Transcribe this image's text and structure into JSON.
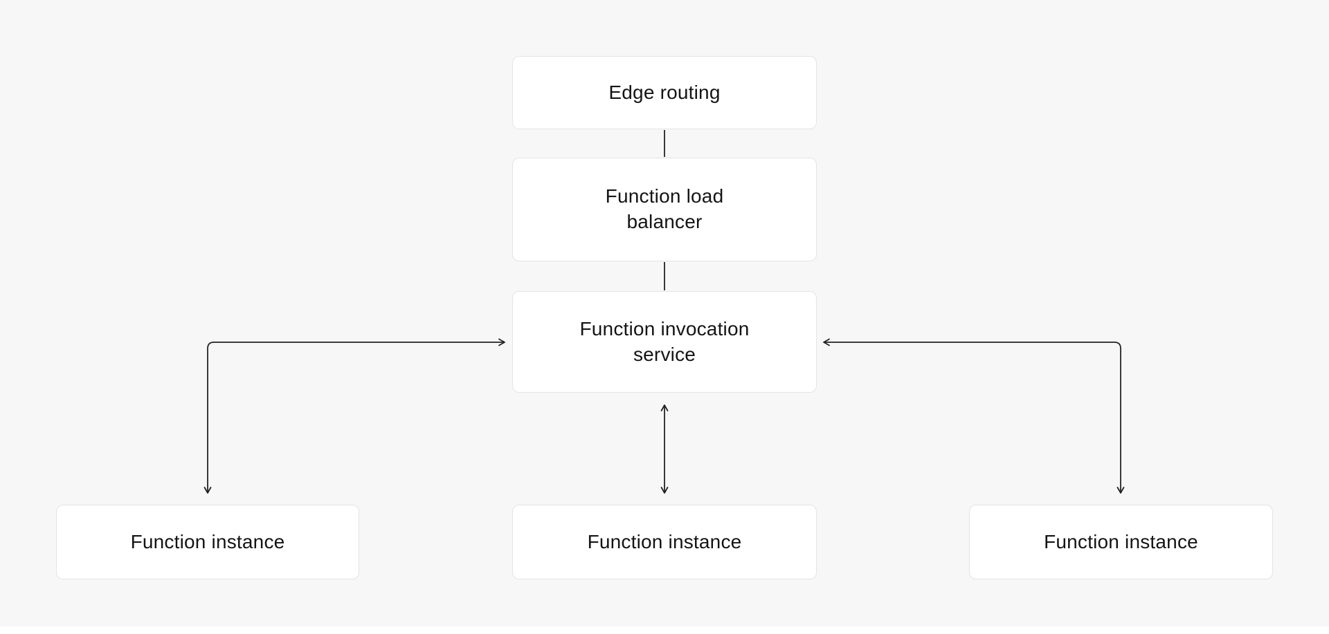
{
  "diagram": {
    "nodes": {
      "edge_routing": {
        "label": "Edge routing"
      },
      "load_balancer": {
        "label": "Function load balancer"
      },
      "invocation_service": {
        "label": "Function invocation service"
      },
      "instance_left": {
        "label": "Function instance"
      },
      "instance_center": {
        "label": "Function instance"
      },
      "instance_right": {
        "label": "Function instance"
      }
    },
    "connectors": [
      {
        "name": "edge-routing-to-load-balancer",
        "type": "straight",
        "arrows": "none"
      },
      {
        "name": "load-balancer-to-invocation-service",
        "type": "straight",
        "arrows": "none"
      },
      {
        "name": "invocation-service-to-instance-center",
        "type": "straight",
        "arrows": "both"
      },
      {
        "name": "invocation-service-to-instance-left",
        "type": "elbow",
        "arrows": "both"
      },
      {
        "name": "invocation-service-to-instance-right",
        "type": "elbow",
        "arrows": "both"
      }
    ],
    "colors": {
      "background": "#f7f7f7",
      "node_fill": "#ffffff",
      "node_border": "#e4e4e4",
      "text": "#141414",
      "connector": "#222222"
    }
  }
}
